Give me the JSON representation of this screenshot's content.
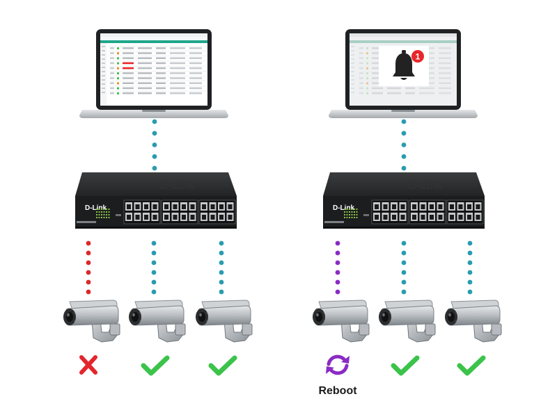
{
  "brand": {
    "name": "D-Link",
    "logo_color": "#ffffff"
  },
  "left_laptop": {
    "screen": "network monitoring dashboard"
  },
  "right_laptop": {
    "screen": "dashboard with alert",
    "alert_icon": "bell-icon",
    "alert_count": "1",
    "alert_color": "#e8262a"
  },
  "connectors": {
    "uplink_color": "#2a9bb0",
    "ok_color": "#2a9bb0",
    "fail_color": "#d9292b",
    "reboot_color": "#8a2bc4"
  },
  "cameras": [
    {
      "status": "failed",
      "status_icon": "cross-icon",
      "link": "fail",
      "label": ""
    },
    {
      "status": "ok",
      "status_icon": "check-icon",
      "link": "ok",
      "label": ""
    },
    {
      "status": "ok",
      "status_icon": "check-icon",
      "link": "ok",
      "label": ""
    },
    {
      "status": "reboot",
      "status_icon": "reboot-icon",
      "link": "reboot",
      "label": "Reboot"
    },
    {
      "status": "ok",
      "status_icon": "check-icon",
      "link": "ok",
      "label": ""
    },
    {
      "status": "ok",
      "status_icon": "check-icon",
      "link": "ok",
      "label": ""
    }
  ],
  "status_colors": {
    "ok": "#3bc34a",
    "failed": "#e3262d",
    "reboot": "#8a2bc4"
  }
}
